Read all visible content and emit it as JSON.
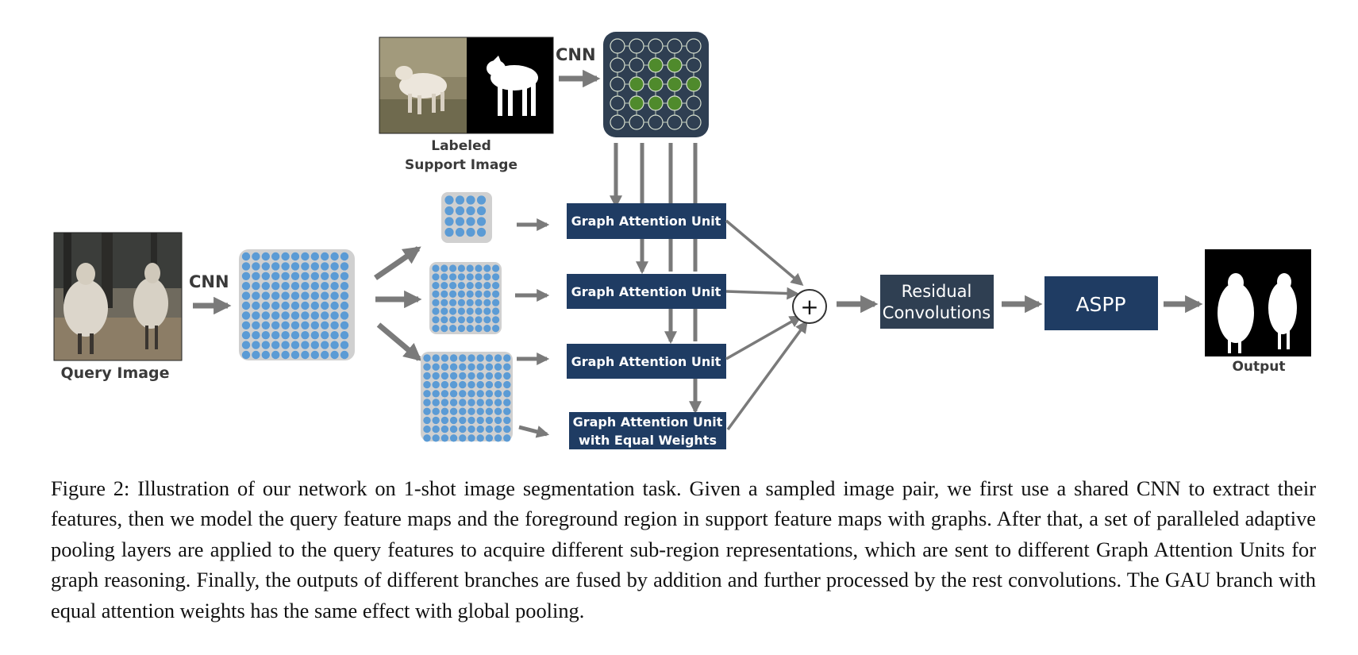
{
  "figure": {
    "cnn_label": "CNN",
    "support_label_line1": "Labeled",
    "support_label_line2": "Support Image",
    "query_label": "Query Image",
    "output_label": "Output",
    "gau_label": "Graph Attention Unit",
    "gau_equal_line1": "Graph Attention Unit",
    "gau_equal_line2": "with Equal Weights",
    "residual_line1": "Residual",
    "residual_line2": "Convolutions",
    "aspp_label": "ASPP",
    "plus_symbol": "+"
  },
  "colors": {
    "unit_blue": "#1f3c63",
    "dark_box": "#2f3f52",
    "node_blue": "#5b9bd5",
    "node_green": "#4f8a2c",
    "arrow_gray": "#7a7a7a"
  },
  "caption": {
    "text": "Figure 2: Illustration of our network on 1-shot image segmentation task. Given a sampled image pair, we first use a shared CNN to extract their features, then we model the query feature maps and the foreground region in support feature maps with graphs. After that, a set of paralleled adaptive pooling layers are applied to the query features to acquire different sub-region representations, which are sent to different Graph Attention Units for graph reasoning. Finally, the outputs of different branches are fused by addition and further processed by the rest convolutions. The GAU branch with equal attention weights has the same effect with global pooling."
  }
}
